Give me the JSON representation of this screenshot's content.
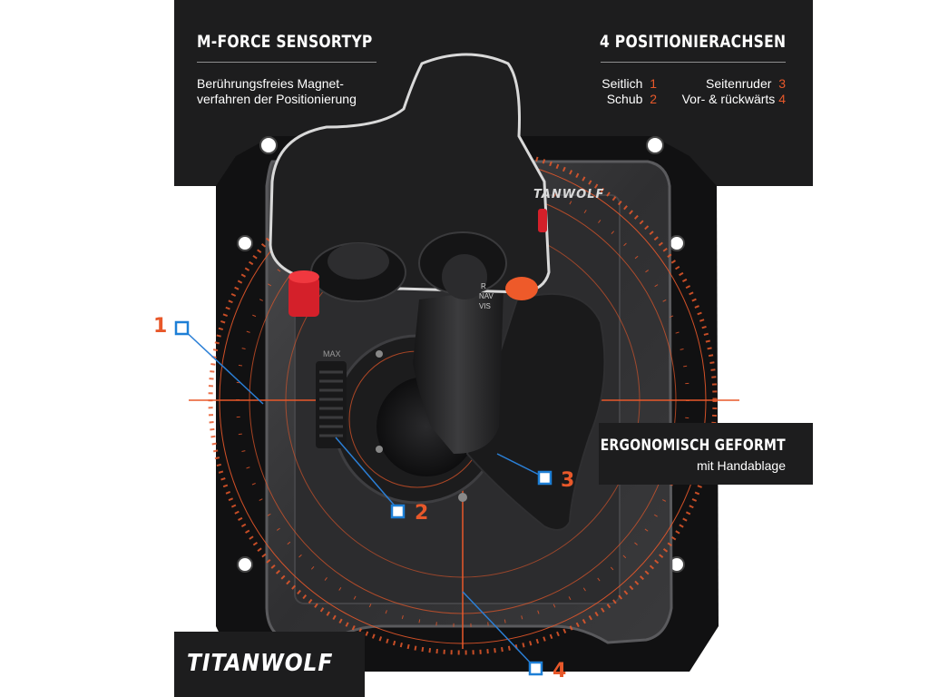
{
  "left_block": {
    "heading": "M-FORCE SENSORTYP",
    "text_line1": "Berührungsfreies Magnet-",
    "text_line2": "verfahren der Positionierung"
  },
  "right_block": {
    "heading": "4 POSITIONIERACHSEN",
    "axes": [
      {
        "label": "Seitlich",
        "number": "1"
      },
      {
        "label": "Seitenruder",
        "number": "3"
      },
      {
        "label": "Schub",
        "number": "2"
      },
      {
        "label": "Vor- & rückwärts",
        "number": "4"
      }
    ]
  },
  "feature_block": {
    "heading": "ERGONOMISCH GEFORMT",
    "subtext": "mit Handablage"
  },
  "callouts": [
    "1",
    "2",
    "3",
    "4"
  ],
  "device": {
    "brand_mark": "TANWOLF",
    "slider_label": "MAX",
    "switch_labels": [
      "R",
      "NAV",
      "VIS"
    ]
  },
  "logo": {
    "text": "TITANWOLF"
  },
  "colors": {
    "accent": "#e8582a",
    "callout_blue": "#1d7fd6",
    "panel": "#1d1d1e",
    "red_button": "#d4202a"
  }
}
